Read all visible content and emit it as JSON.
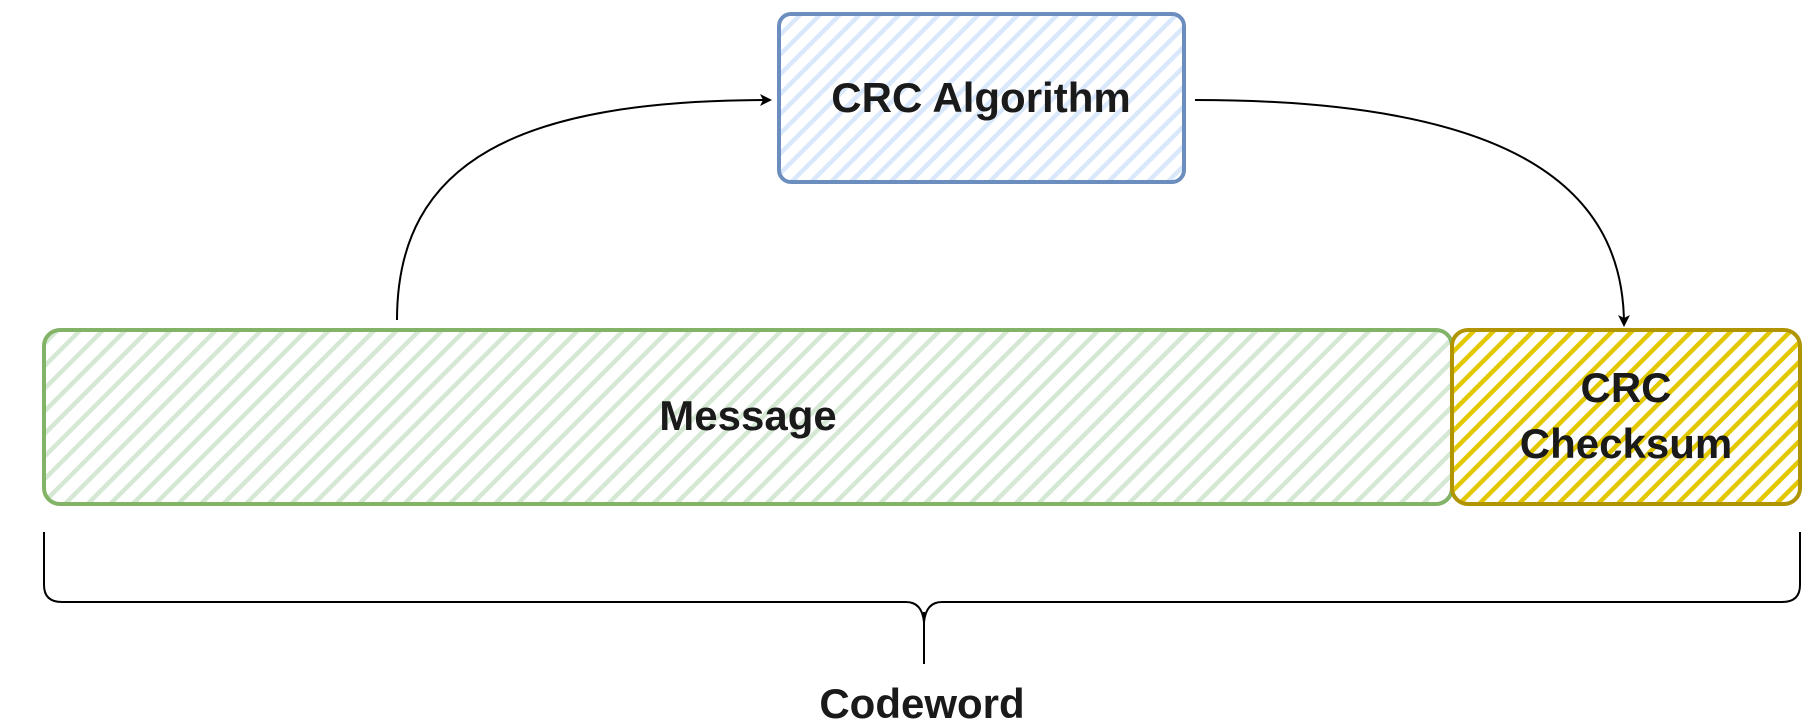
{
  "diagram": {
    "algorithm_box": {
      "label": "CRC Algorithm",
      "fill": "#dae8fc",
      "stroke": "#6c8ebf"
    },
    "message_box": {
      "label": "Message",
      "fill": "#d5e8d4",
      "stroke": "#82b366"
    },
    "checksum_box": {
      "label_line1": "CRC",
      "label_line2": "Checksum",
      "fill": "#e3c800",
      "stroke": "#b09500"
    },
    "brace": {
      "label": "Codeword"
    },
    "edge_color": "#000000"
  }
}
